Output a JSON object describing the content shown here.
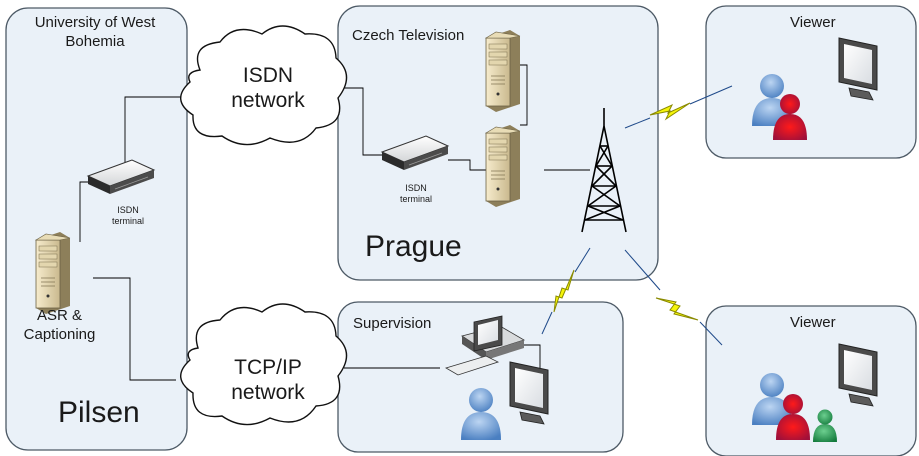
{
  "regions": {
    "pilsen": {
      "org": "University of West Bohemia",
      "city": "Pilsen"
    },
    "prague": {
      "org": "Czech Television",
      "city": "Prague"
    },
    "supervision": {
      "title": "Supervision"
    },
    "viewer_top": {
      "title": "Viewer"
    },
    "viewer_bottom": {
      "title": "Viewer"
    }
  },
  "clouds": {
    "isdn": {
      "line1": "ISDN",
      "line2": "network"
    },
    "tcpip": {
      "line1": "TCP/IP",
      "line2": "network"
    }
  },
  "devices": {
    "pilsen_terminal": {
      "line1": "ISDN",
      "line2": "terminal"
    },
    "prague_terminal": {
      "line1": "ISDN",
      "line2": "terminal"
    },
    "asr_server": {
      "line1": "ASR &",
      "line2": "Captioning"
    }
  },
  "icons": {
    "server": "server-icon",
    "terminal": "isdn-terminal-icon",
    "tower": "broadcast-tower-icon",
    "monitor": "monitor-icon",
    "person": "person-icon",
    "lightning": "wireless-link-icon"
  },
  "colors": {
    "region_fill": "#eaf1f8",
    "region_stroke": "#4d5a66",
    "lightning": "#f5f50a",
    "person_blue": "#6f9fd8",
    "person_red": "#c0143c",
    "person_green": "#1f8a4c"
  }
}
